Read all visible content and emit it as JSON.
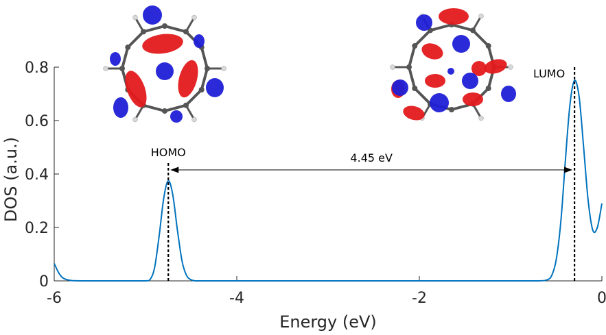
{
  "chart_data": {
    "type": "line",
    "xlabel": "Energy (eV)",
    "ylabel": "DOS (a.u.)",
    "xlim": [
      -6,
      0
    ],
    "ylim": [
      0,
      0.8
    ],
    "xticks": [
      -6,
      -4,
      -2,
      0
    ],
    "xtick_labels": [
      "-6",
      "-4",
      "-2",
      "0"
    ],
    "yticks": [
      0,
      0.2,
      0.4,
      0.6,
      0.8
    ],
    "ytick_labels": [
      "0",
      "0.2",
      "0.4",
      "0.6",
      "0.8"
    ],
    "grid": false,
    "series": [
      {
        "color": "#0072BD",
        "x": [
          -6.0,
          -5.95,
          -5.9,
          -5.8,
          -5.6,
          -5.4,
          -5.2,
          -5.0,
          -4.95,
          -4.9,
          -4.85,
          -4.8,
          -4.75,
          -4.7,
          -4.65,
          -4.6,
          -4.55,
          -4.5,
          -4.45,
          -4.4,
          -4.2,
          -4.0,
          -3.0,
          -2.0,
          -1.0,
          -0.7,
          -0.6,
          -0.55,
          -0.5,
          -0.45,
          -0.4,
          -0.35,
          -0.3,
          -0.25,
          -0.2,
          -0.15,
          -0.1,
          -0.05,
          0.0
        ],
        "y": [
          0.065,
          0.03,
          0.01,
          0.001,
          0.0,
          0.0,
          0.0,
          0.0,
          0.005,
          0.05,
          0.17,
          0.31,
          0.375,
          0.32,
          0.19,
          0.075,
          0.02,
          0.004,
          0.0,
          0.0,
          0.0,
          0.0,
          0.0,
          0.0,
          0.0,
          0.0,
          0.004,
          0.02,
          0.08,
          0.22,
          0.45,
          0.66,
          0.75,
          0.69,
          0.5,
          0.3,
          0.19,
          0.2,
          0.29
        ]
      }
    ],
    "annotations": [
      {
        "text": "HOMO",
        "x": -4.75
      },
      {
        "text": "LUMO",
        "x": -0.3
      },
      {
        "text": "4.45 eV",
        "from": -4.75,
        "to": -0.3,
        "y": 0.42
      }
    ],
    "colors": {
      "line": "#0072BD",
      "orbital_positive": "#E31A1C",
      "orbital_negative": "#1F1FD6",
      "atom_carbon": "#555555",
      "atom_hydrogen": "#d8d8d8"
    }
  }
}
